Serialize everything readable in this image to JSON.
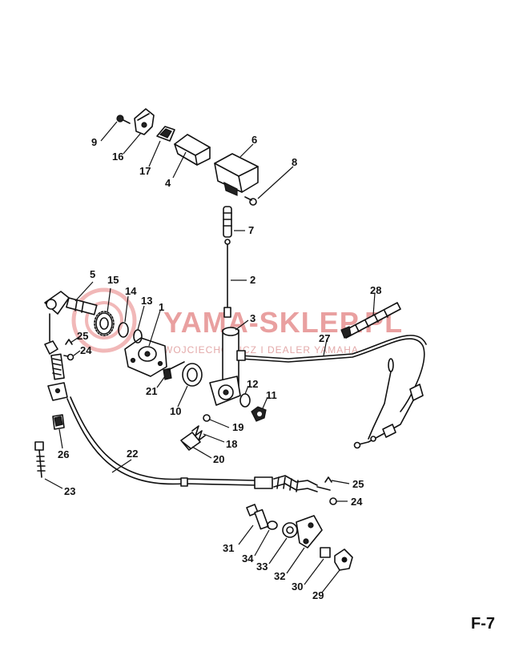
{
  "watermark": {
    "main": "YAMA-SKLEP.PL",
    "sub": "WOJCIECHOWICZ I DEALER YAMAHA",
    "color": "#e9a0a0"
  },
  "page_code": "F-7",
  "callouts": {
    "p1": "1",
    "p2": "2",
    "p3": "3",
    "p4": "4",
    "p5": "5",
    "p6": "6",
    "p7": "7",
    "p8": "8",
    "p9": "9",
    "p10": "10",
    "p11": "11",
    "p12": "12",
    "p13": "13",
    "p14": "14",
    "p15": "15",
    "p16": "16",
    "p17": "17",
    "p18": "18",
    "p19": "19",
    "p20": "20",
    "p21": "21",
    "p22": "22",
    "p23": "23",
    "p24a": "24",
    "p24b": "24",
    "p25a": "25",
    "p25b": "25",
    "p26": "26",
    "p27": "27",
    "p28": "28",
    "p29": "29",
    "p30": "30",
    "p31": "31",
    "p32": "32",
    "p33": "33",
    "p34": "34"
  }
}
